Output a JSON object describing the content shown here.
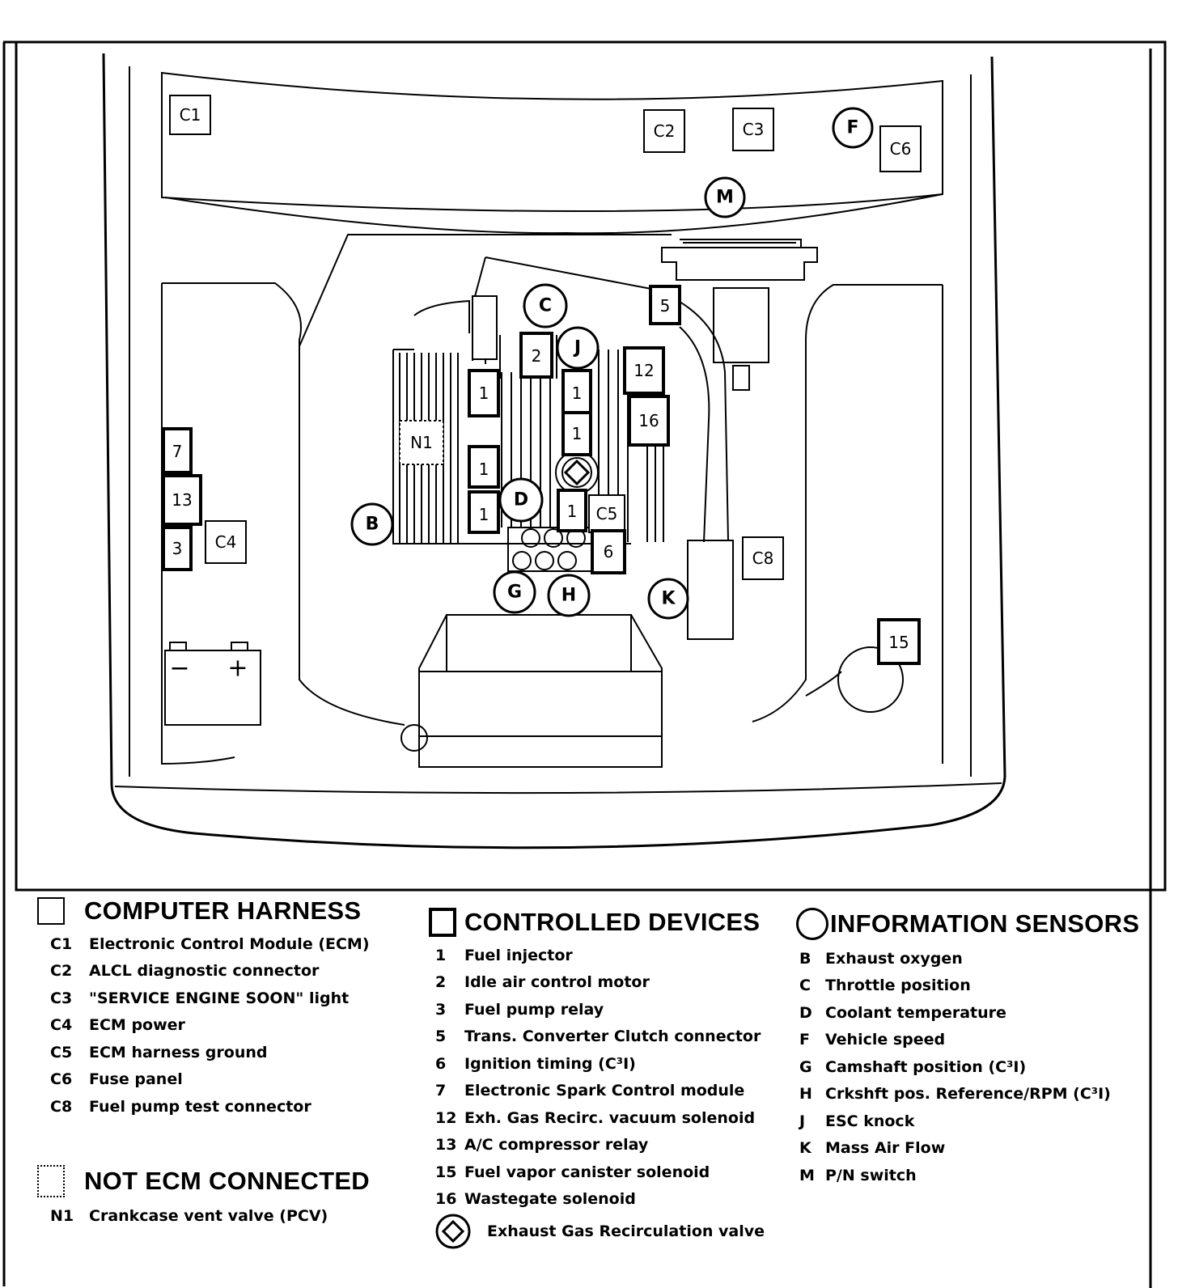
{
  "diagram": {
    "computer_harness": [
      "C1",
      "C2",
      "C3",
      "C4",
      "C5",
      "C6",
      "C8"
    ],
    "controlled_devices": [
      "1",
      "1",
      "1",
      "1",
      "1",
      "1",
      "2",
      "3",
      "5",
      "6",
      "7",
      "12",
      "13",
      "15",
      "16"
    ],
    "sensors": [
      "B",
      "C",
      "D",
      "F",
      "G",
      "H",
      "J",
      "K",
      "M"
    ],
    "not_connected": [
      "N1"
    ],
    "battery": {
      "neg": "−",
      "pos": "+"
    }
  },
  "legend": {
    "computer_harness": {
      "title": "COMPUTER HARNESS",
      "items": [
        {
          "code": "C1",
          "text": "Electronic Control Module (ECM)"
        },
        {
          "code": "C2",
          "text": "ALCL diagnostic connector"
        },
        {
          "code": "C3",
          "text": "\"SERVICE ENGINE SOON\" light"
        },
        {
          "code": "C4",
          "text": "ECM power"
        },
        {
          "code": "C5",
          "text": "ECM harness ground"
        },
        {
          "code": "C6",
          "text": "Fuse panel"
        },
        {
          "code": "C8",
          "text": "Fuel pump test connector"
        }
      ]
    },
    "not_ecm": {
      "title": "NOT ECM CONNECTED",
      "items": [
        {
          "code": "N1",
          "text": "Crankcase vent valve (PCV)"
        }
      ]
    },
    "controlled_devices": {
      "title": "CONTROLLED DEVICES",
      "items": [
        {
          "code": "1",
          "text": "Fuel injector"
        },
        {
          "code": "2",
          "text": "Idle air control motor"
        },
        {
          "code": "3",
          "text": "Fuel pump relay"
        },
        {
          "code": "5",
          "text": "Trans. Converter Clutch connector"
        },
        {
          "code": "6",
          "text": "Ignition timing (C³I)"
        },
        {
          "code": "7",
          "text": "Electronic Spark Control  module"
        },
        {
          "code": "12",
          "text": "Exh. Gas Recirc. vacuum solenoid"
        },
        {
          "code": "13",
          "text": "A/C compressor relay"
        },
        {
          "code": "15",
          "text": "Fuel vapor canister solenoid"
        },
        {
          "code": "16",
          "text": "Wastegate solenoid"
        }
      ],
      "egr": "Exhaust Gas Recirculation valve"
    },
    "information_sensors": {
      "title": "INFORMATION SENSORS",
      "items": [
        {
          "code": "B",
          "text": "Exhaust oxygen"
        },
        {
          "code": "C",
          "text": "Throttle position"
        },
        {
          "code": "D",
          "text": "Coolant temperature"
        },
        {
          "code": "F",
          "text": "Vehicle speed"
        },
        {
          "code": "G",
          "text": "Camshaft position (C³I)"
        },
        {
          "code": "H",
          "text": "Crkshft pos. Reference/RPM (C³I)"
        },
        {
          "code": "J",
          "text": "ESC knock"
        },
        {
          "code": "K",
          "text": "Mass Air Flow"
        },
        {
          "code": "M",
          "text": "P/N switch"
        }
      ]
    }
  }
}
